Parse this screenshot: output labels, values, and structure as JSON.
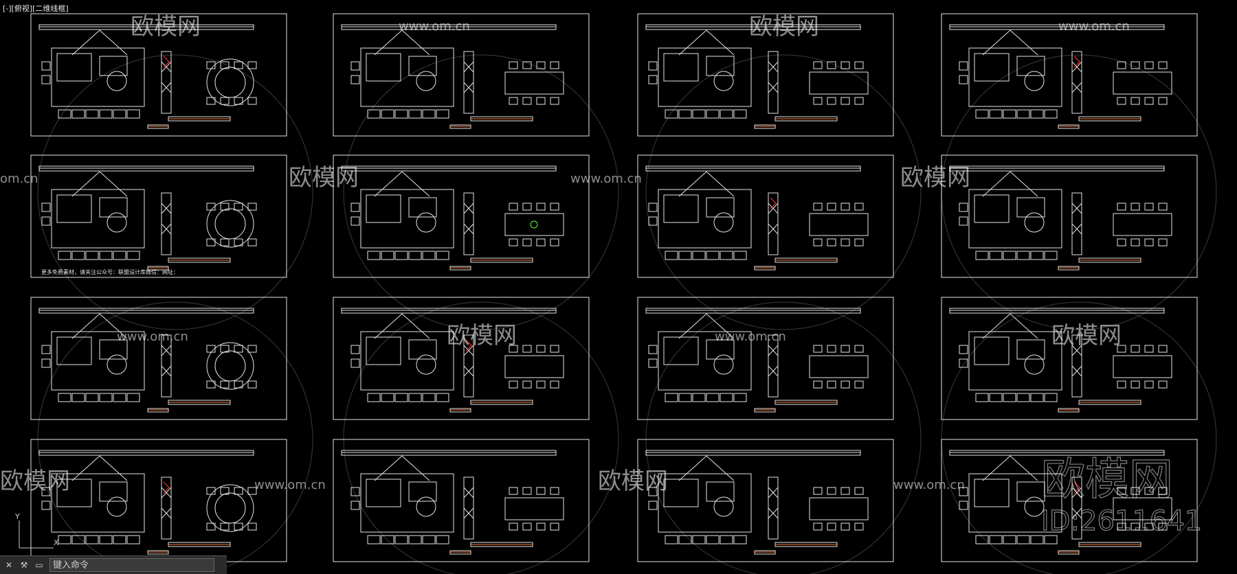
{
  "app": {
    "viewport_label": "[-][俯视][二维线框]"
  },
  "watermark": {
    "brand": "欧模网",
    "url": "www.om.cn",
    "url_partial": "om.cn",
    "brand_partial": "欧模网",
    "big_brand": "欧模网",
    "id_text": "ID:2611641"
  },
  "notes": {
    "promo_text": "更多免费素材，请关注公众号：联盟设计库微信：网址："
  },
  "ucs": {
    "y_axis": "Y",
    "x_axis": "X"
  },
  "command_line": {
    "close_icon": "close-icon",
    "settings_icon": "wrench-icon",
    "prompt_icon": "command-prompt-icon",
    "placeholder": "键入命令"
  },
  "colors": {
    "line": "#e6e6e6",
    "accent_red": "#ff3030",
    "accent_orange": "#ff8040",
    "accent_green": "#60ff40",
    "watermark": "#ffffff"
  }
}
